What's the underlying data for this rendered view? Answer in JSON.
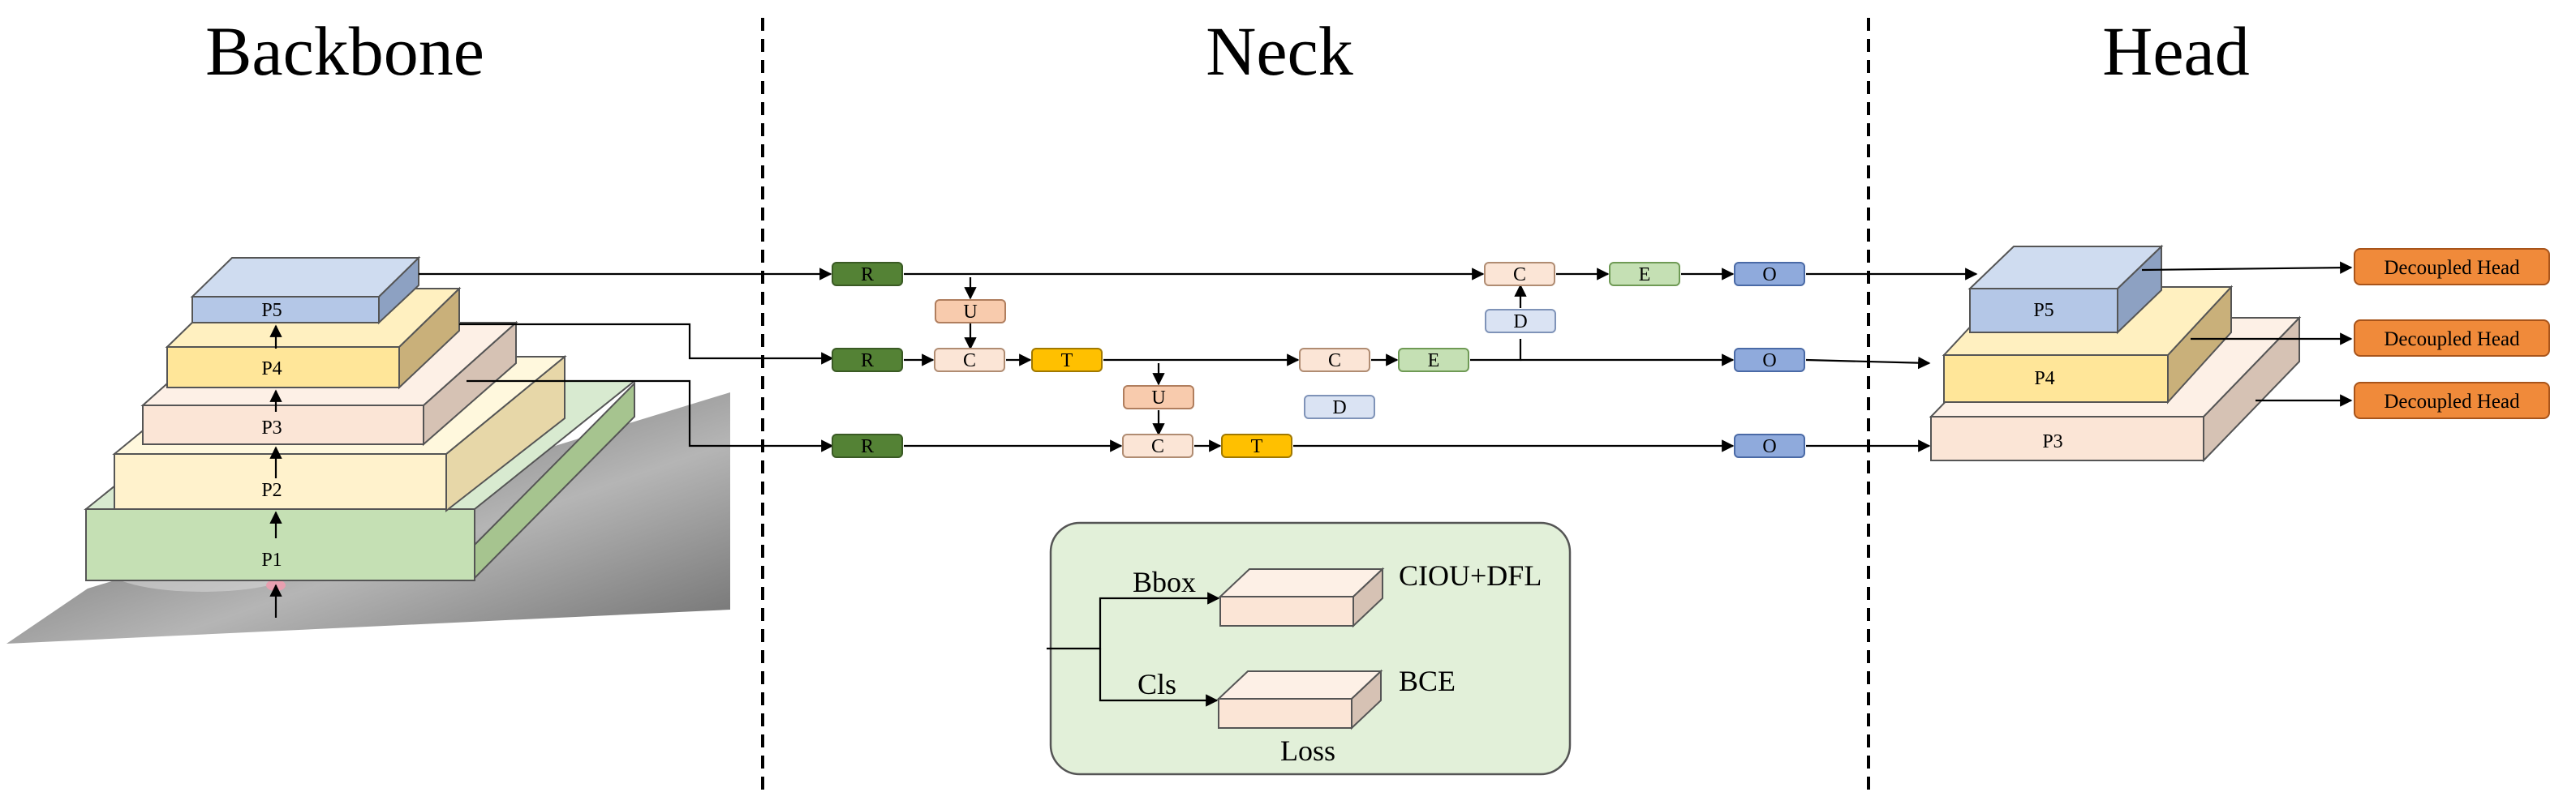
{
  "sections": {
    "backbone": "Backbone",
    "neck": "Neck",
    "head": "Head"
  },
  "backbone_layers": [
    "P5",
    "P4",
    "P3",
    "P2",
    "P1"
  ],
  "head_layers": [
    "P5",
    "P4",
    "P3"
  ],
  "neck_nodes": {
    "r_top": "R",
    "r_mid": "R",
    "r_bot": "R",
    "u1": "U",
    "c1": "C",
    "t1": "T",
    "u2": "U",
    "c2": "C",
    "t2": "T",
    "c3": "C",
    "e1": "E",
    "d1": "D",
    "c4": "C",
    "e2": "E",
    "d2": "D",
    "o_top": "O",
    "o_mid": "O",
    "o_bot": "O"
  },
  "decoupled_heads": [
    "Decoupled Head",
    "Decoupled Head",
    "Decoupled Head"
  ],
  "loss_box": {
    "bbox_label": "Bbox",
    "bbox_loss": "CIOU+DFL",
    "cls_label": "Cls",
    "cls_loss": "BCE",
    "caption": "Loss"
  },
  "colors": {
    "blue": "#b4c7e7",
    "yellow": "#ffe699",
    "peach": "#fbe5d6",
    "cream": "#fff2cc",
    "green": "#c5e0b4",
    "dark_green": "#548235",
    "salmon": "#f8cbad",
    "orange": "#ffc000",
    "light_blue": "#dae3f3",
    "node_blue": "#8faadc",
    "head_orange": "#f4a460"
  }
}
